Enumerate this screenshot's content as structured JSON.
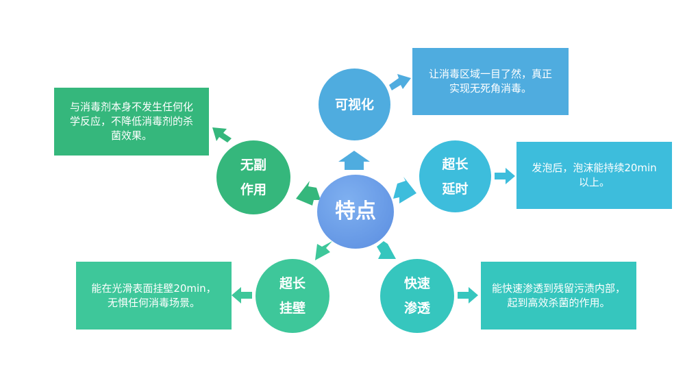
{
  "center": {
    "label": "特点"
  },
  "nodes": [
    {
      "id": "visual",
      "lines": [
        "可视化"
      ],
      "desc": [
        "让消毒区域一目了然，真正",
        "实现无死角消毒。"
      ]
    },
    {
      "id": "long-foam",
      "lines": [
        "超长",
        "延时"
      ],
      "desc": [
        "发泡后，泡沫能持续20min",
        "以上。"
      ]
    },
    {
      "id": "fast-penetrate",
      "lines": [
        "快速",
        "渗透"
      ],
      "desc": [
        "能快速渗透到残留污渍内部，",
        "起到高效杀菌的作用。"
      ]
    },
    {
      "id": "long-wall",
      "lines": [
        "超长",
        "挂壁"
      ],
      "desc": [
        "能在光滑表面挂壁20min，",
        "无惧任何消毒场景。"
      ]
    },
    {
      "id": "no-side-effect",
      "lines": [
        "无副",
        "作用"
      ],
      "desc": [
        "与消毒剂本身不发生任何化",
        "学反应，不降低消毒剂的杀",
        "菌效果。"
      ]
    }
  ],
  "colors": {
    "blue": "#4facdf",
    "teal_blue": "#3dbddc",
    "teal": "#36c6be",
    "green_teal": "#3ec79a",
    "green": "#35b77c",
    "center": "#5a8de0"
  }
}
